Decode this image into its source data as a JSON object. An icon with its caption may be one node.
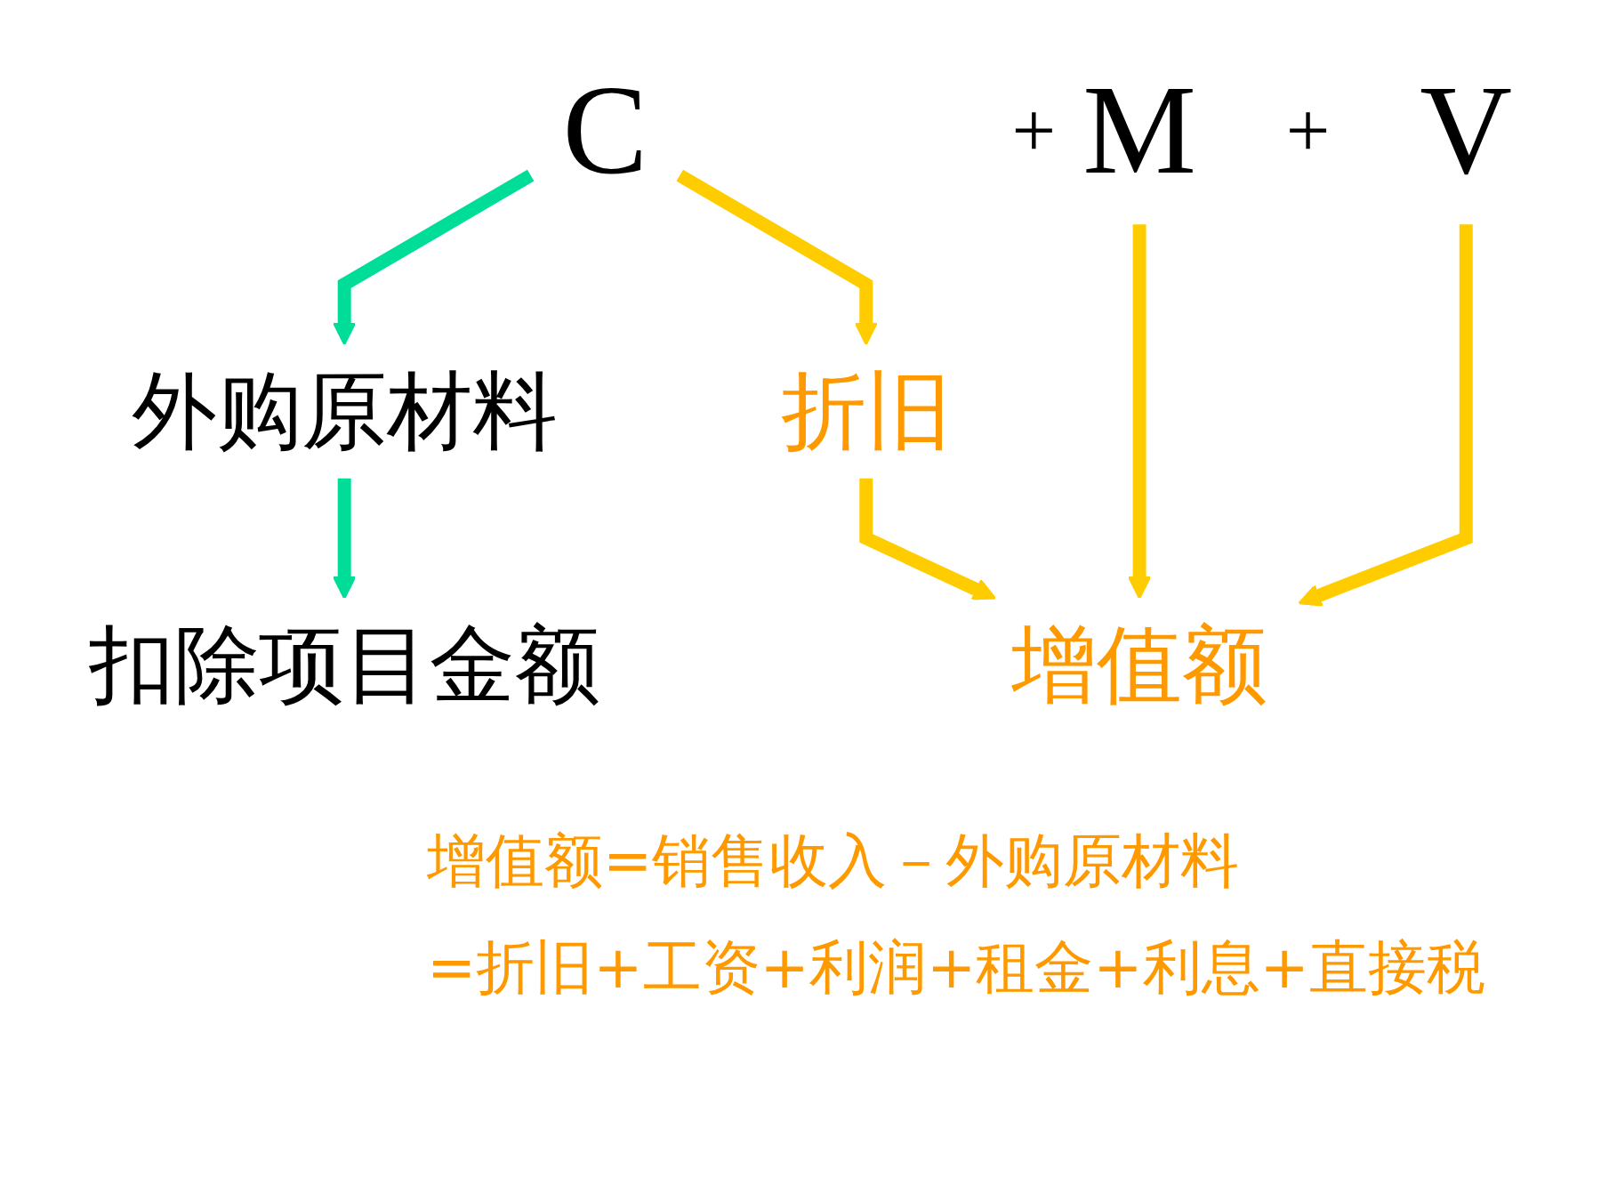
{
  "diagram": {
    "nodes": [
      {
        "text": [
          "C"
        ]
      },
      {
        "text": [
          "V"
        ]
      },
      {
        "text": [
          "M"
        ]
      },
      {
        "text": [
          "外购原材料"
        ]
      },
      {
        "text": [
          "折旧"
        ]
      },
      {
        "text": [
          "增值额"
        ]
      },
      {
        "text": [
          "扣除项目金额"
        ]
      }
    ],
    "edges": [
      {
        "from": 0,
        "to": 3,
        "arrow": "to",
        "color": "#00dd99"
      },
      {
        "from": 0,
        "to": 4,
        "arrow": "to"
      },
      {
        "from": 1,
        "to": 5,
        "arrow": "to"
      },
      {
        "from": 2,
        "to": 5,
        "arrow": "to"
      },
      {
        "from": 4,
        "to": 5,
        "arrow": "to"
      },
      {
        "from": 3,
        "to": 6,
        "arrow": "to",
        "color": "#00dd99"
      }
    ],
    "labels": [
      "+",
      "+",
      "增值额=销售收入－外购原材料",
      "=折旧+工资+利润+租金+利息+直接税"
    ]
  }
}
